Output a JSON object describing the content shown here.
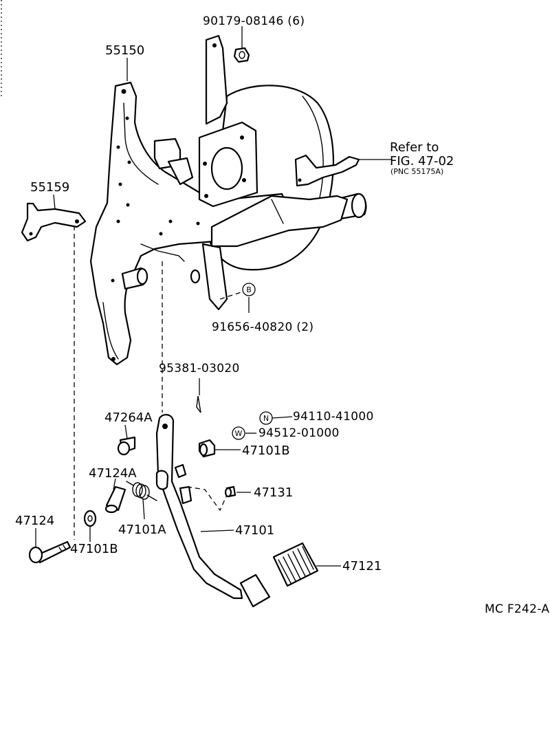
{
  "diagram": {
    "labels": {
      "bolt_90179": "90179-08146 (6)",
      "bracket_55150": "55150",
      "refer_to": "Refer to",
      "fig_ref": "FIG. 47-02",
      "pnc_ref": "(PNC 55175A)",
      "brace_55159": "55159",
      "pin_91656": "91656-40820 (2)",
      "cotter_95381": "95381-03020",
      "nut_94110": "94110-41000",
      "washer_94512": "94512-01000",
      "bushing_47101B_upper": "47101B",
      "pin_47264A": "47264A",
      "collar_47124A": "47124A",
      "stopper_47131": "47131",
      "bolt_47124": "47124",
      "spring_47101A": "47101A",
      "pedal_47101": "47101",
      "bushing_47101B_lower": "47101B",
      "pad_47121": "47121",
      "figure_code": "MC F242-A"
    },
    "symbols": {
      "B": "B",
      "N": "N",
      "W": "W"
    }
  }
}
